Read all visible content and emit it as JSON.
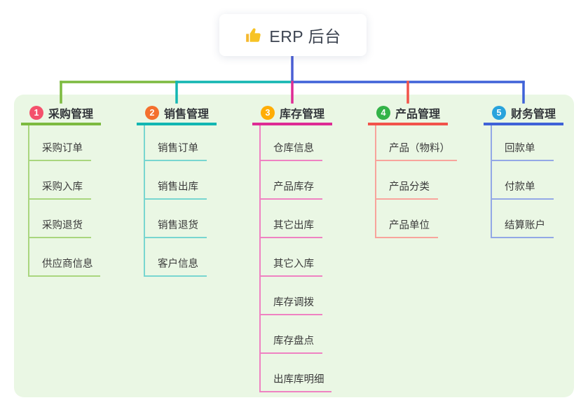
{
  "root": {
    "label": "ERP 后台",
    "icon": "thumbs-up"
  },
  "panel": {
    "background": "#EAF7E4"
  },
  "connector": {
    "stem_color": "#4A5ED4"
  },
  "branches": [
    {
      "number": "1",
      "label": "采购管理",
      "badge_color": "#F4516C",
      "line_color": "#7CBA3F",
      "light_color": "#A9D67E",
      "children": [
        "采购订单",
        "采购入库",
        "采购退货",
        "供应商信息"
      ]
    },
    {
      "number": "2",
      "label": "销售管理",
      "badge_color": "#F4702E",
      "line_color": "#12B6B2",
      "light_color": "#78D6D0",
      "children": [
        "销售订单",
        "销售出库",
        "销售退货",
        "客户信息"
      ]
    },
    {
      "number": "3",
      "label": "库存管理",
      "badge_color": "#FFAD05",
      "line_color": "#DE2B94",
      "light_color": "#EF82C2",
      "children": [
        "仓库信息",
        "产品库存",
        "其它出库",
        "其它入库",
        "库存调拨",
        "库存盘点",
        "出库库明细"
      ]
    },
    {
      "number": "4",
      "label": "产品管理",
      "badge_color": "#33B348",
      "line_color": "#F2534B",
      "light_color": "#F8A49C",
      "children": [
        "产品（物料）",
        "产品分类",
        "产品单位"
      ]
    },
    {
      "number": "5",
      "label": "财务管理",
      "badge_color": "#29A3DC",
      "line_color": "#3F62D8",
      "light_color": "#93A8E6",
      "children": [
        "回款单",
        "付款单",
        "结算账户"
      ]
    }
  ]
}
